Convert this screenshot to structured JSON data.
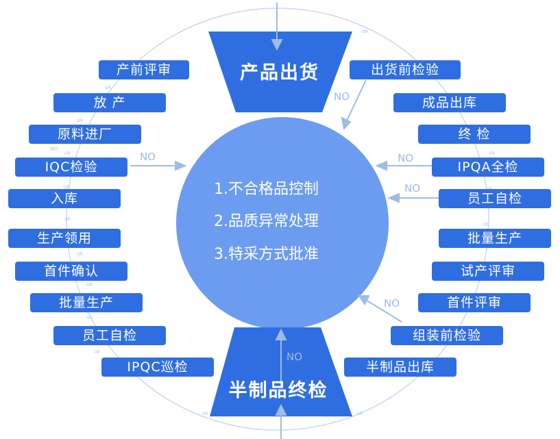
{
  "top_banner": {
    "label": "产品出货",
    "fill": "#2f6ee0"
  },
  "bottom_banner": {
    "label": "半制品终检",
    "fill": "#2f6ee0"
  },
  "center": {
    "fill": "#6b9cf0",
    "items": [
      "1.不合格品控制",
      "2.品质异常处理",
      "3.特采方式批准"
    ]
  },
  "left_steps": [
    "产前评审",
    "放 产",
    "原料进厂",
    "IQC检验",
    "入库",
    "生产领用",
    "首件确认",
    "批量生产",
    "员工自检",
    "IPQC巡检"
  ],
  "right_steps": [
    "出货前检验",
    "成品出库",
    "终 检",
    "IPQA全检",
    "员工自检",
    "批量生产",
    "试产评审",
    "首件评审",
    "组装前检验",
    "半制品出库"
  ],
  "no_labels": {
    "iqc": "NO",
    "top": "NO",
    "ipqa": "NO",
    "employee": "NO",
    "assembly": "NO",
    "bottom": "NO"
  },
  "colors": {
    "step": "#2f6ee0",
    "arrow": "#9fbbe8",
    "ring": "#c9d8f1",
    "ok_text": "#b5c8e8"
  }
}
